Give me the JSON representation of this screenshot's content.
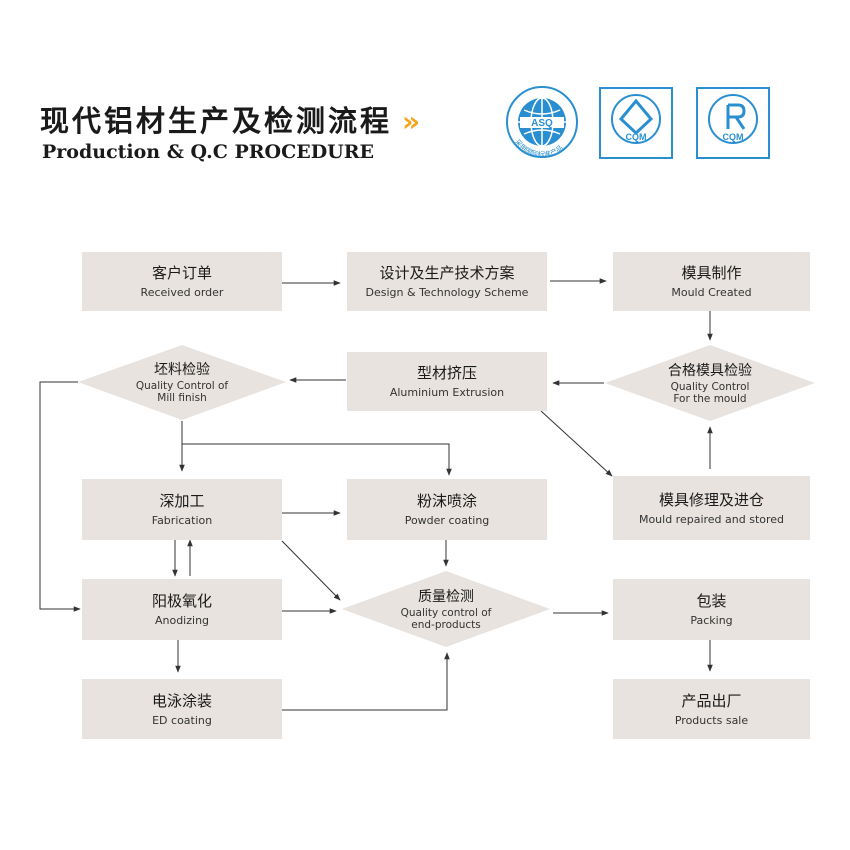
{
  "header": {
    "title_zh": "现代铝材生产及检测流程",
    "title_arrow": "»",
    "title_en": "Production & Q.C PROCEDURE"
  },
  "logos": {
    "asq": "ASQ",
    "asq_ring": "采用国际标准产品",
    "cqm1": "CQM",
    "cqm2": "CQM"
  },
  "colors": {
    "box_fill": "#e8e3df",
    "arrow": "#333333",
    "title_arrow": "#f2a51d",
    "logo_blue": "#2a8fd0"
  },
  "flow": {
    "received_order": {
      "zh": "客户订单",
      "en": "Received order"
    },
    "design_scheme": {
      "zh": "设计及生产技术方案",
      "en": "Design & Technology Scheme"
    },
    "mould_created": {
      "zh": "模具制作",
      "en": "Mould Created"
    },
    "qc_mill": {
      "zh": "坯料检验",
      "en1": "Quality Control of",
      "en2": "Mill finish"
    },
    "extrusion": {
      "zh": "型材挤压",
      "en": "Aluminium Extrusion"
    },
    "qc_mould": {
      "zh": "合格模具检验",
      "en1": "Quality Control",
      "en2": "For the mould"
    },
    "fabrication": {
      "zh": "深加工",
      "en": "Fabrication"
    },
    "powder": {
      "zh": "粉沫喷涂",
      "en": "Powder coating"
    },
    "mould_repaired": {
      "zh": "模具修理及进仓",
      "en": "Mould repaired and stored"
    },
    "anodizing": {
      "zh": "阳极氧化",
      "en": "Anodizing"
    },
    "qc_end": {
      "zh": "质量检测",
      "en1": "Quality control of",
      "en2": "end-products"
    },
    "packing": {
      "zh": "包装",
      "en": "Packing"
    },
    "ed_coating": {
      "zh": "电泳涂装",
      "en": "ED coating"
    },
    "products_sale": {
      "zh": "产品出厂",
      "en": "Products sale"
    }
  }
}
